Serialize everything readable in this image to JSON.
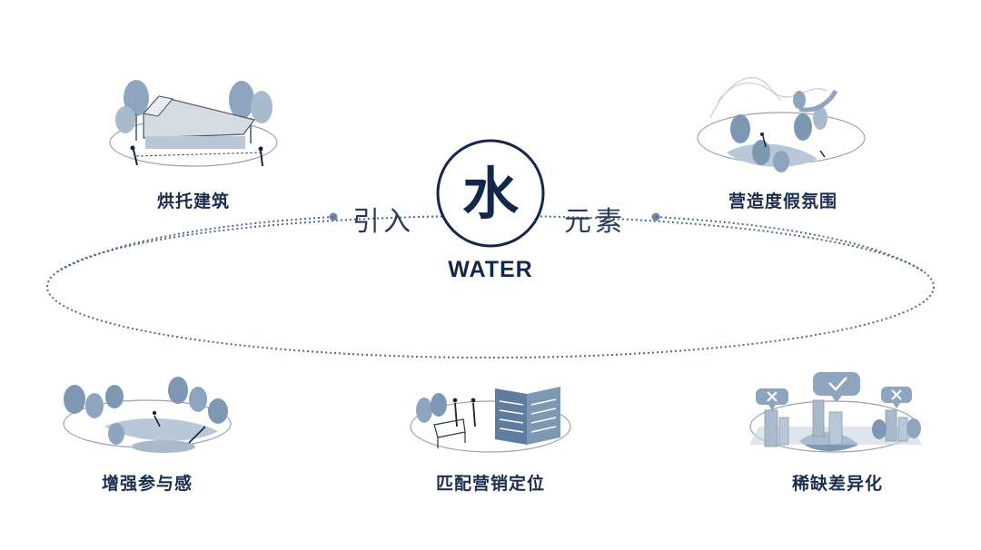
{
  "center": {
    "char": "水",
    "word": "WATER",
    "left_text": "引入",
    "right_text": "元素"
  },
  "nodes": [
    {
      "label": "烘托建筑",
      "icon": "building-in-trees-icon"
    },
    {
      "label": "营造度假氛围",
      "icon": "resort-landscape-icon"
    },
    {
      "label": "增强参与感",
      "icon": "water-play-icon"
    },
    {
      "label": "匹配营销定位",
      "icon": "marketing-book-icon"
    },
    {
      "label": "稀缺差异化",
      "icon": "scarcity-comparison-icon"
    }
  ],
  "colors": {
    "navy": "#14264a",
    "steel_blue": "#7e97b3",
    "light_blue": "#b9c8d8",
    "outline_gray": "#9aa3ad"
  }
}
